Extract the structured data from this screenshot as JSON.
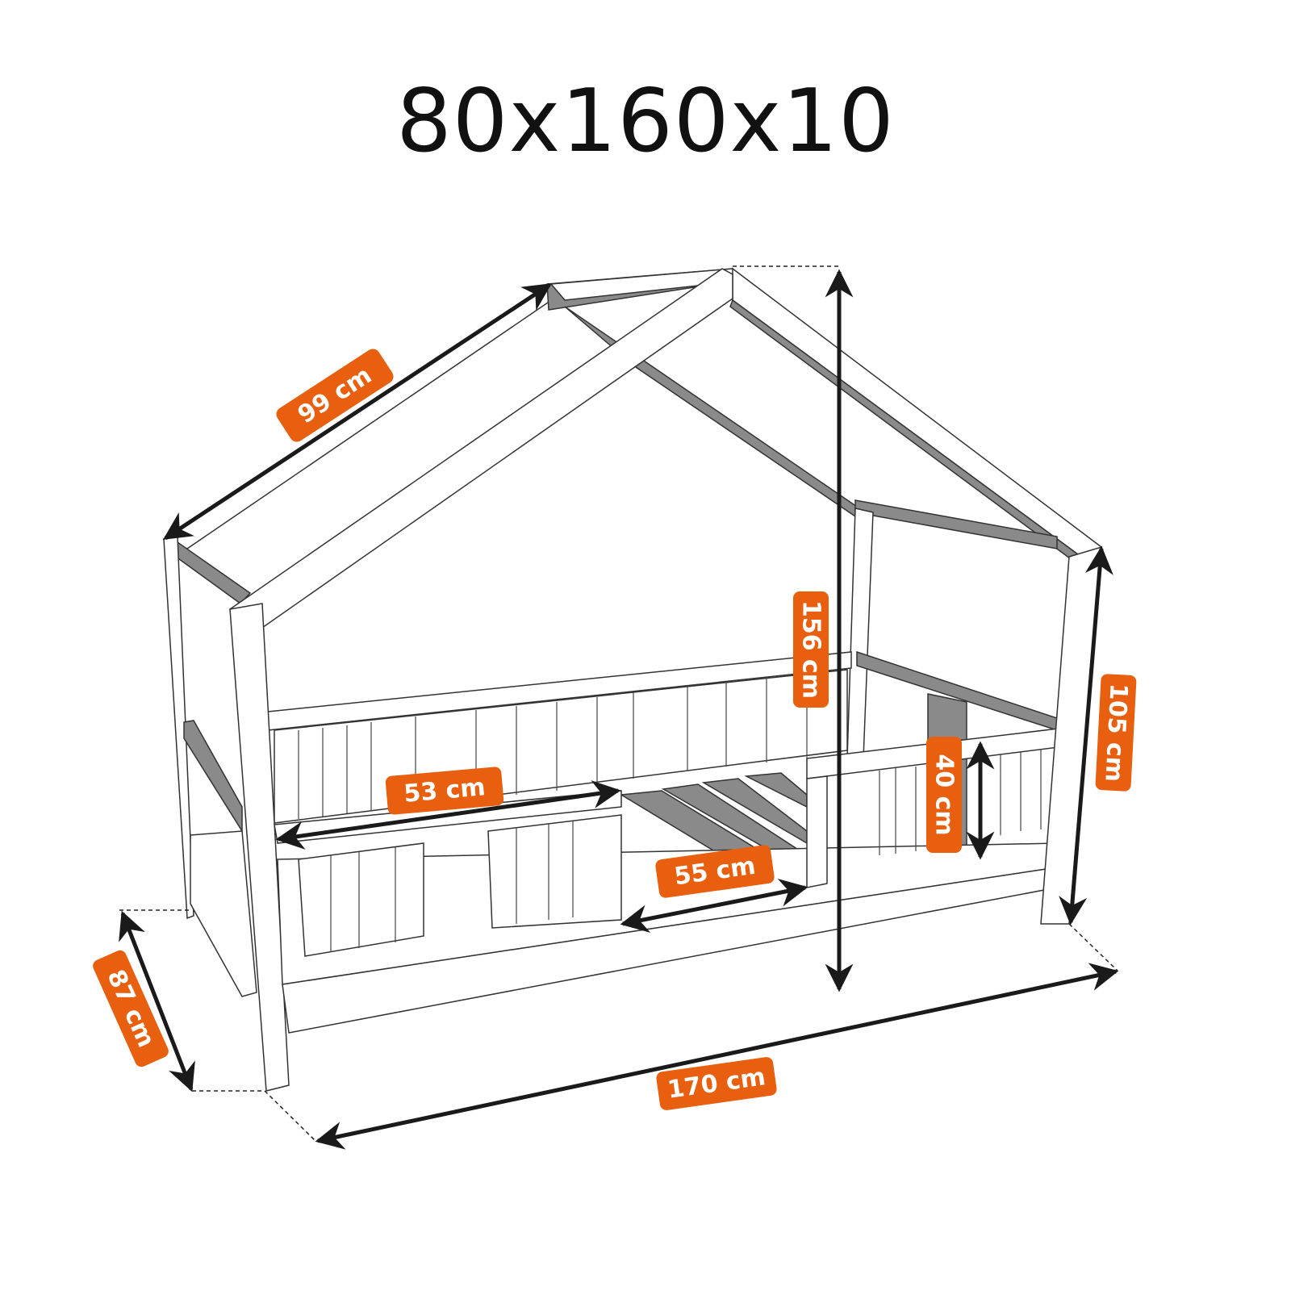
{
  "title": "80x160x10",
  "accent_color": "#e8600f",
  "dimensions": {
    "roof_length": "99 cm",
    "total_height": "156 cm",
    "side_height": "105 cm",
    "rail_height": "40 cm",
    "rail_opening": "53 cm",
    "entry_opening": "55 cm",
    "width": "87 cm",
    "length": "170 cm"
  }
}
